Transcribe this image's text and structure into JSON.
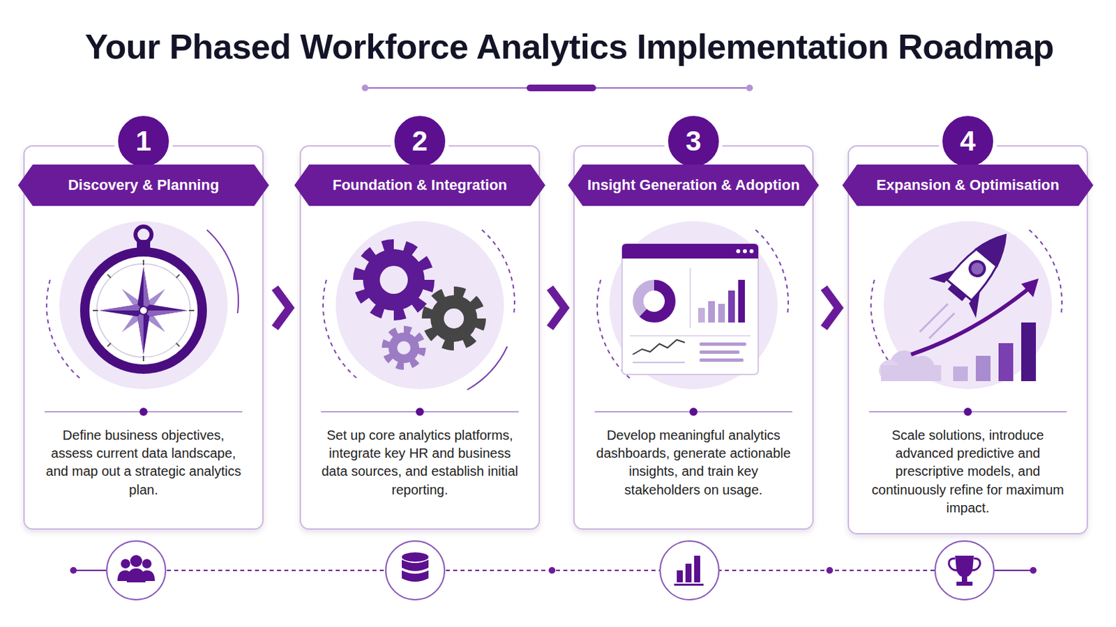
{
  "diagram": {
    "title": "Your Phased Workforce Analytics Implementation Roadmap",
    "nodes": [
      {
        "text": [
          "1",
          "Discovery & Planning",
          "Define business objectives, assess current data landscape, and map out a strategic analytics plan."
        ]
      },
      {
        "text": [
          "2",
          "Foundation & Integration",
          "Set up core analytics platforms, integrate key HR and business data sources, and establish initial reporting."
        ]
      },
      {
        "text": [
          "3",
          "Insight Generation & Adoption",
          "Develop meaningful analytics dashboards, generate actionable insights, and train key stakeholders on usage."
        ]
      },
      {
        "text": [
          "4",
          "Expansion & Optimisation",
          "Scale solutions, introduce advanced predictive and prescriptive models, and continuously refine for maximum impact."
        ]
      }
    ],
    "edges": [
      {
        "from": 0,
        "to": 1,
        "arrow": "to"
      },
      {
        "from": 1,
        "to": 2,
        "arrow": "to"
      },
      {
        "from": 2,
        "to": 3,
        "arrow": "to"
      }
    ]
  }
}
